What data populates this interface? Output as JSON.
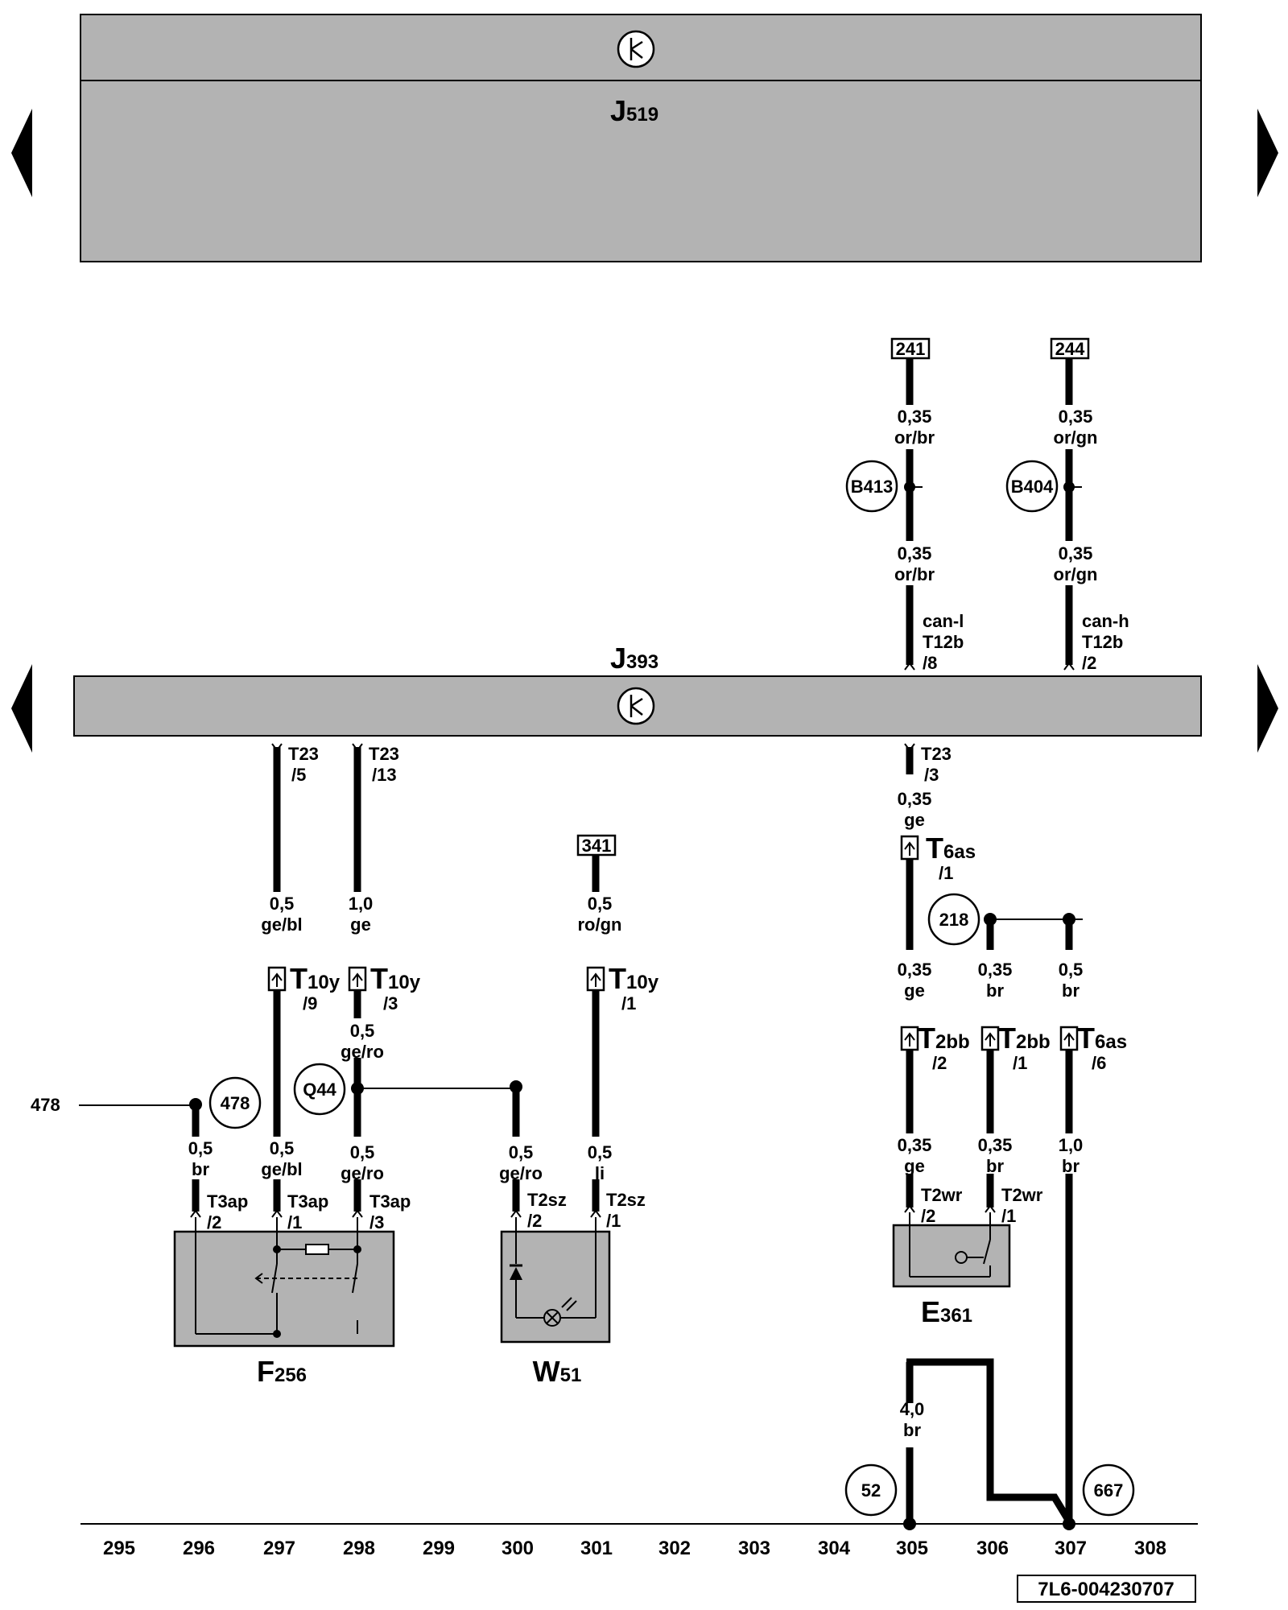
{
  "components": {
    "j519": {
      "letter": "J",
      "sub": "519"
    },
    "j393": {
      "letter": "J",
      "sub": "393"
    },
    "f256": {
      "letter": "F",
      "sub": "256"
    },
    "w51": {
      "letter": "W",
      "sub": "51"
    },
    "e361": {
      "letter": "E",
      "sub": "361"
    }
  },
  "refs": {
    "r241": "241",
    "r244": "244",
    "r341": "341"
  },
  "circles": {
    "b413": "B413",
    "b404": "B404",
    "c218": "218",
    "c478": "478",
    "q44": "Q44",
    "c52": "52",
    "c667": "667"
  },
  "wires": {
    "w305_top_a": [
      "0,35",
      "or/br"
    ],
    "w305_top_b": [
      "0,35",
      "or/br"
    ],
    "w307_top_a": [
      "0,35",
      "or/gn"
    ],
    "w307_top_b": [
      "0,35",
      "or/gn"
    ],
    "w305_mid": [
      "0,35",
      "ge"
    ],
    "w297_a": [
      "0,5",
      "ge/bl"
    ],
    "w298_a": [
      "1,0",
      "ge"
    ],
    "w301_a": [
      "0,5",
      "ro/gn"
    ],
    "w298_b": [
      "0,5",
      "ge/ro"
    ],
    "w296": [
      "0,5",
      "br"
    ],
    "w297_b": [
      "0,5",
      "ge/bl"
    ],
    "w298_c": [
      "0,5",
      "ge/ro"
    ],
    "w300": [
      "0,5",
      "ge/ro"
    ],
    "w301_b": [
      "0,5",
      "li"
    ],
    "w305_c": [
      "0,35",
      "ge"
    ],
    "w306_a": [
      "0,35",
      "br"
    ],
    "w307_a": [
      "0,5",
      "br"
    ],
    "w305_d": [
      "0,35",
      "ge"
    ],
    "w306_b": [
      "0,35",
      "br"
    ],
    "w307_b": [
      "1,0",
      "br"
    ],
    "w305_gnd": [
      "4,0",
      "br"
    ]
  },
  "pins": {
    "p_canl": [
      "can-l",
      "T12b",
      "/8"
    ],
    "p_canh": [
      "can-h",
      "T12b",
      "/2"
    ],
    "p_t23_5": [
      "T23",
      "/5"
    ],
    "p_t23_13": [
      "T23",
      "/13"
    ],
    "p_t23_3": [
      "T23",
      "/3"
    ],
    "p_t3ap_2": [
      "T3ap",
      "/2"
    ],
    "p_t3ap_1": [
      "T3ap",
      "/1"
    ],
    "p_t3ap_3": [
      "T3ap",
      "/3"
    ],
    "p_t2sz_2": [
      "T2sz",
      "/2"
    ],
    "p_t2sz_1": [
      "T2sz",
      "/1"
    ],
    "p_t2wr_2": [
      "T2wr",
      "/2"
    ],
    "p_t2wr_1": [
      "T2wr",
      "/1"
    ]
  },
  "connectors": {
    "t6as_1": {
      "main": "T",
      "sub": "6as",
      "pin": "/1"
    },
    "t10y_9": {
      "main": "T",
      "sub": "10y",
      "pin": "/9"
    },
    "t10y_3": {
      "main": "T",
      "sub": "10y",
      "pin": "/3"
    },
    "t10y_1": {
      "main": "T",
      "sub": "10y",
      "pin": "/1"
    },
    "t2bb_2": {
      "main": "T",
      "sub": "2bb",
      "pin": "/2"
    },
    "t2bb_1": {
      "main": "T",
      "sub": "2bb",
      "pin": "/1"
    },
    "t6as_6": {
      "main": "T",
      "sub": "6as",
      "pin": "/6"
    }
  },
  "side_label_478": "478",
  "grid": [
    "295",
    "296",
    "297",
    "298",
    "299",
    "300",
    "301",
    "302",
    "303",
    "304",
    "305",
    "306",
    "307",
    "308"
  ],
  "doc_code": "7L6-004230707"
}
